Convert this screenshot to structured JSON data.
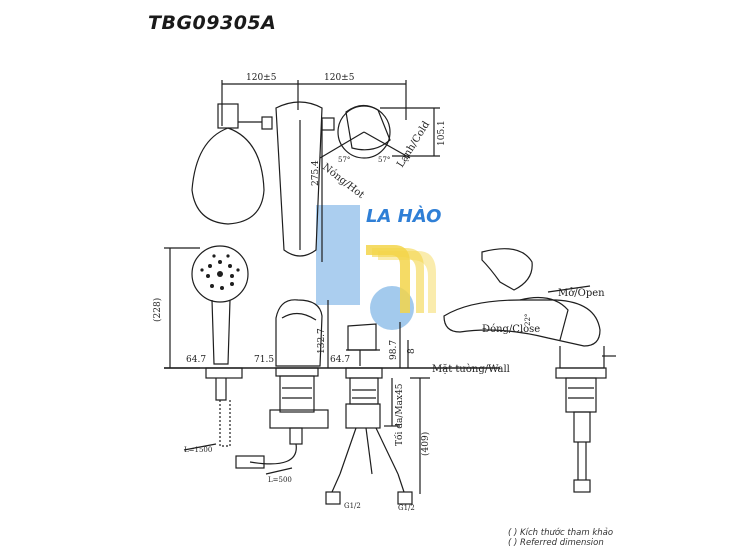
{
  "title": "TBG09305A",
  "watermark": "LA HÀO",
  "dimensions": {
    "spacing_left": "120±5",
    "spacing_right": "120±5",
    "lever_height": "105.1",
    "body_height": "275.4",
    "angle_hot": "57°",
    "angle_cold": "57°",
    "label_hot": "Nóng/Hot",
    "label_cold": "Lạnh/Cold",
    "handshower_height": "(228)",
    "w_left": "64.7",
    "w_mid": "71.5",
    "w_right": "64.7",
    "spout_h": "132.7",
    "lever_h": "98.7",
    "gap": "8",
    "deck_max": "Tối đa/Max45",
    "total_depth": "(409)",
    "hose_left": "L=1500",
    "hose_mid": "L=500",
    "thread_left": "G1/2",
    "thread_right": "G1/2",
    "wall": "Mặt tường/Wall",
    "open": "Mở/Open",
    "close": "Đóng/Close",
    "side_angle": "22°"
  },
  "notes": {
    "ref_vi": "( ) Kích thước tham khảo",
    "ref_en": "( ) Referred dimension"
  },
  "colors": {
    "line": "#1e1e1e",
    "watermark_blue": "#2f7fd6",
    "watermark_yellow": "#f3d54a"
  }
}
